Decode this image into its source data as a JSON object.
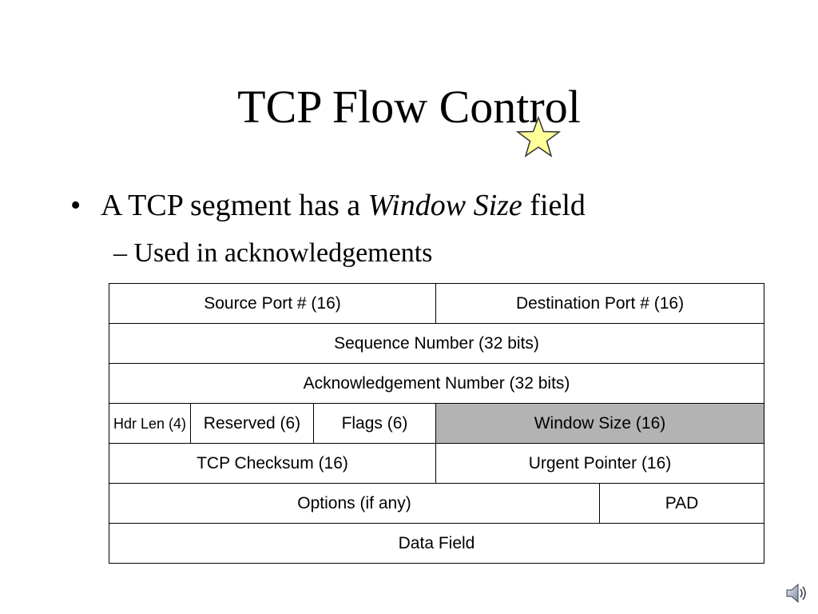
{
  "slide": {
    "title": "TCP Flow Control",
    "bullet1": {
      "prefix": "A TCP segment has a ",
      "emphasis": "Window Size",
      "suffix": " field"
    },
    "bullet2": "– Used in acknowledgements",
    "star_color": "#ffff99",
    "highlight_color": "#b3b3b3"
  },
  "table": {
    "row1": {
      "source_port": "Source Port # (16)",
      "dest_port": "Destination Port # (16)"
    },
    "row2": {
      "seq": "Sequence Number (32 bits)"
    },
    "row3": {
      "ack": "Acknowledgement Number (32 bits)"
    },
    "row4": {
      "hdr_len": "Hdr Len (4)",
      "reserved": "Reserved (6)",
      "flags": "Flags (6)",
      "window": "Window Size (16)"
    },
    "row5": {
      "checksum": "TCP Checksum (16)",
      "urgent": "Urgent Pointer (16)"
    },
    "row6": {
      "options": "Options (if any)",
      "pad": "PAD"
    },
    "row7": {
      "data": "Data Field"
    }
  },
  "icons": {
    "star": "star-icon",
    "speaker": "speaker-icon"
  }
}
